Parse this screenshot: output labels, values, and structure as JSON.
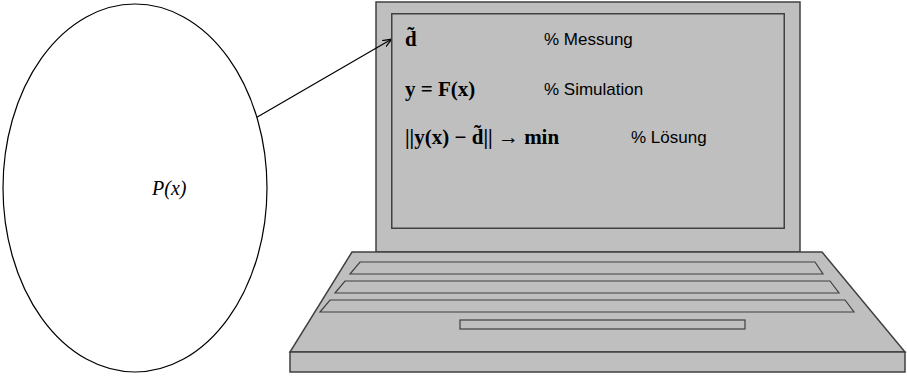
{
  "diagram": {
    "nodes": [
      {
        "text": [
          "P(x)"
        ]
      },
      {
        "text": [
          "d̃",
          "% Messung",
          "y = F(x)",
          "% Simulation",
          "||y(x) − d̃|| → min",
          "% Lösung"
        ]
      }
    ],
    "edges": [
      {
        "from": 0,
        "to": 1,
        "arrow": "to"
      }
    ]
  }
}
